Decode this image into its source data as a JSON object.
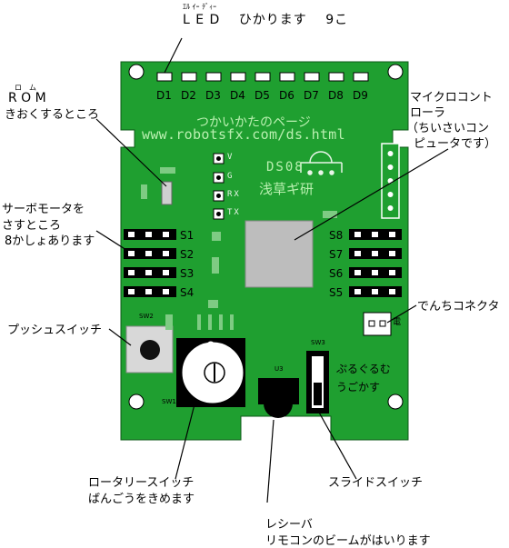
{
  "annotations": {
    "led_ruby": "ｴﾙ ｲｰ ﾃﾞｨｰ",
    "led": "L E D　 ひかります　 9こ",
    "rom_ruby": "ロ　ム",
    "rom_title": "R O M",
    "rom_desc": "きおくするところ",
    "micro_1": "マイクロコント",
    "micro_2": "ローラ",
    "micro_3": "（ちいさいコン",
    "micro_4": "ピュータです）",
    "servo_1": "サーボモータを",
    "servo_2": "さすところ",
    "servo_3": "8かしょあります",
    "power": "でんちコネクタ",
    "push": "プッシュスイッチ",
    "slide": "スライドスイッチ",
    "rotary_1": "ロータリースイッチ",
    "rotary_2": "ばんごうをきめます",
    "receiver_1": "レシーバ",
    "receiver_2": "リモコンのビームがはいります"
  },
  "board": {
    "color": "#1f9f30",
    "silk_title": "つかいかたのページ",
    "silk_url": "www.robotsfx.com/ds.html",
    "silk_model": "DS08",
    "silk_maker": "浅草ギ研",
    "led_labels": [
      "D1",
      "D2",
      "D3",
      "D4",
      "D5",
      "D6",
      "D7",
      "D8",
      "D9"
    ],
    "io_labels": [
      "V",
      "G",
      "RX",
      "TX"
    ],
    "servo_left": [
      "S1",
      "S2",
      "S3",
      "S4"
    ],
    "servo_right": [
      "S8",
      "S7",
      "S6",
      "S5"
    ],
    "sw2": "SW2",
    "sw1": "SW1",
    "sw3": "SW3",
    "u3": "U3",
    "rotary_digit": "0",
    "slide_desc_1": "ぷるぐるむ",
    "slide_desc_2": "うごかす",
    "power_mark": "電"
  }
}
